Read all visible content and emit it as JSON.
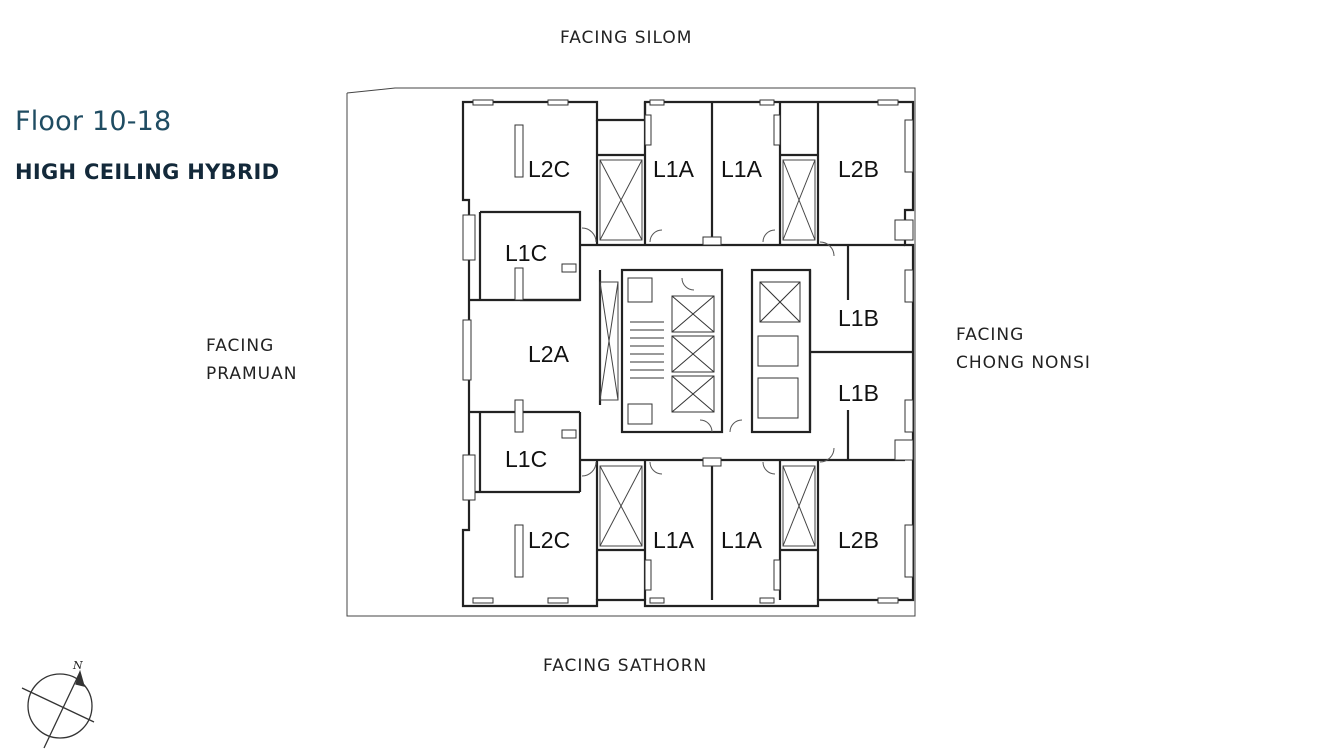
{
  "header": {
    "floor_title": "Floor 10-18",
    "subtitle": "HIGH CEILING HYBRID"
  },
  "facing": {
    "top": "FACING SILOM",
    "bottom": "FACING SATHORN",
    "left": [
      "FACING",
      "PRAMUAN"
    ],
    "right": [
      "FACING",
      "CHONG NONSI"
    ]
  },
  "units": {
    "top_row": [
      "L2C",
      "L1A",
      "L1A",
      "L2B"
    ],
    "left_column": [
      "L1C",
      "L2A",
      "L1C"
    ],
    "right_column": [
      "L1B",
      "L1B"
    ],
    "bottom_row": [
      "L2C",
      "L1A",
      "L1A",
      "L2B"
    ]
  },
  "compass": {
    "north_label": "N",
    "icon": "north-arrow-icon"
  },
  "colors": {
    "title": "#1f4c62",
    "subtitle": "#13293a",
    "lines": "#222222"
  }
}
